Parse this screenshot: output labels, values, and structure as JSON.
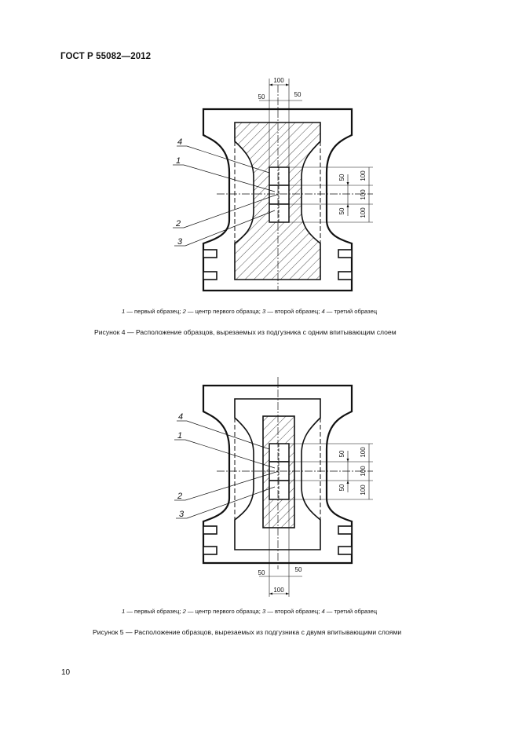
{
  "header": {
    "doc_code": "ГОСТ Р 55082—2012"
  },
  "figure4": {
    "dims_top": {
      "total": "100",
      "left_half": "50",
      "right_half": "50"
    },
    "dims_right": {
      "d1": "100",
      "d2": "100",
      "d3": "100",
      "half_a": "50",
      "half_b": "50"
    },
    "labels": {
      "l4": "4",
      "l1": "1",
      "l2": "2",
      "l3": "3"
    },
    "legend": {
      "n1": "1",
      "t1": " — первый образец; ",
      "n2": "2",
      "t2": " — центр первого образца; ",
      "n3": "3",
      "t3": " — второй образец; ",
      "n4": "4",
      "t4": " — третий образец"
    },
    "caption": "Рисунок 4 — Расположение образцов, вырезаемых из подгузника с одним впитывающим слоем"
  },
  "figure5": {
    "dims_bottom": {
      "total": "100",
      "left_half": "50",
      "right_half": "50"
    },
    "dims_right": {
      "d1": "100",
      "d2": "100",
      "d3": "100",
      "half_a": "50",
      "half_b": "50"
    },
    "labels": {
      "l4": "4",
      "l1": "1",
      "l2": "2",
      "l3": "3"
    },
    "legend": {
      "n1": "1",
      "t1": " — первый образец; ",
      "n2": "2",
      "t2": " — центр первого образца; ",
      "n3": "3",
      "t3": " — второй образец; ",
      "n4": "4",
      "t4": " — третий образец"
    },
    "caption": "Рисунок 5 — Расположение образцов, вырезаемых из подгузника с двумя впитывающими слоями"
  },
  "page_number": "10"
}
